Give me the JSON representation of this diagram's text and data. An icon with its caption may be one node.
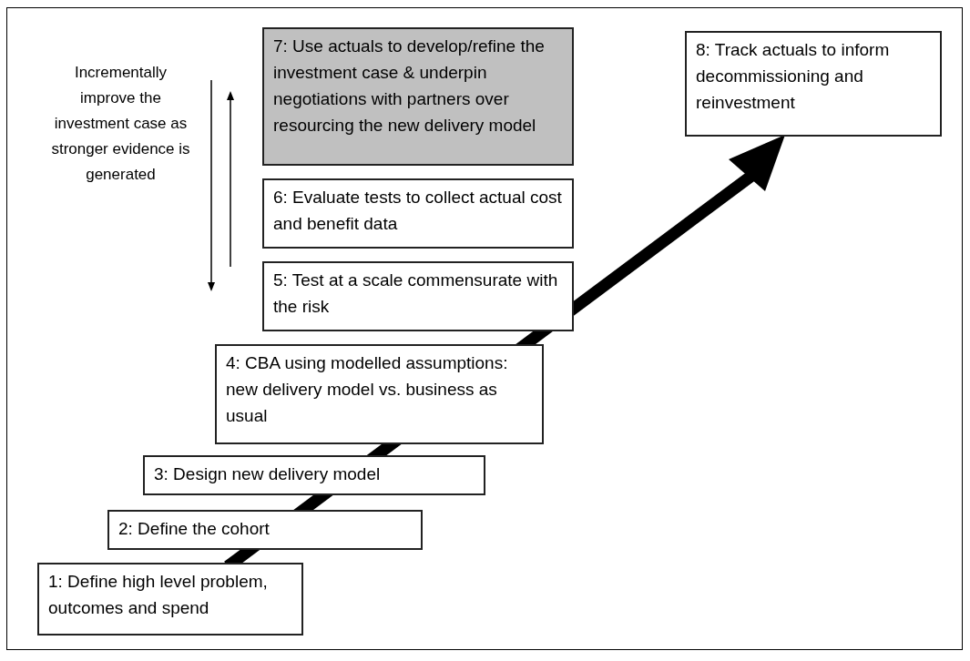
{
  "diagram": {
    "nodes": [
      {
        "text": [
          "1: Define high level problem, outcomes and spend"
        ]
      },
      {
        "text": [
          "2: Define the cohort"
        ]
      },
      {
        "text": [
          "3: Design new delivery model"
        ]
      },
      {
        "text": [
          "4: CBA using modelled assumptions: new delivery model vs. business as usual"
        ]
      },
      {
        "text": [
          "5: Test at a scale commensurate with the risk"
        ]
      },
      {
        "text": [
          "6: Evaluate tests to collect actual cost and benefit data"
        ]
      },
      {
        "text": [
          "7: Use actuals to develop/refine the investment case & underpin negotiations with partners over resourcing the new delivery model"
        ]
      },
      {
        "text": [
          "8: Track actuals to inform decommissioning and reinvestment"
        ]
      }
    ],
    "labels": [
      "Incrementally improve the investment case as stronger evidence is generated"
    ]
  }
}
